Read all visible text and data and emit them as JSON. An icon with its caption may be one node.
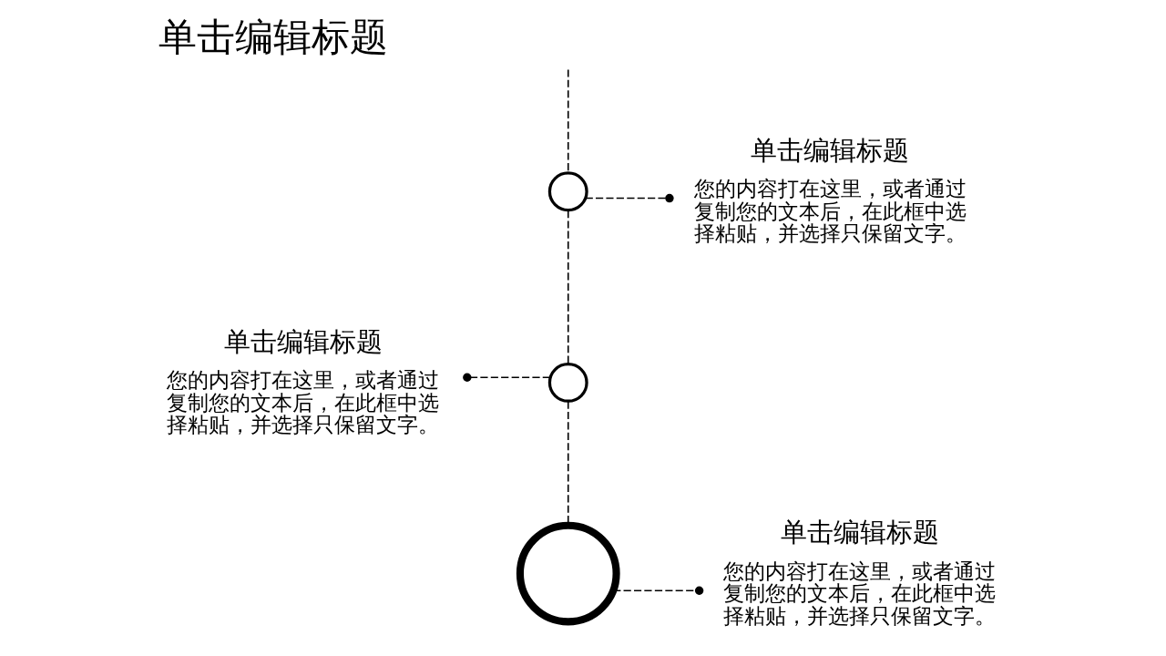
{
  "diagram": {
    "title": "单击编辑标题",
    "nodes": [
      {
        "text": [],
        "shape": "circle"
      },
      {
        "text": [
          "单击编辑标题",
          "您的内容打在这里，或者通过复制您的文本后，在此框中选择粘贴，并选择只保留文字。"
        ]
      },
      {
        "text": [],
        "shape": "circle"
      },
      {
        "text": [
          "单击编辑标题",
          "您的内容打在这里，或者通过复制您的文本后，在此框中选择粘贴，并选择只保留文字。"
        ]
      },
      {
        "text": [],
        "shape": "circle"
      },
      {
        "text": [
          "单击编辑标题",
          "您的内容打在这里，或者通过复制您的文本后，在此框中选择粘贴，并选择只保留文字。"
        ]
      }
    ],
    "edges": [
      {
        "from": null,
        "to": 0,
        "arrow": "none",
        "style": "dashed"
      },
      {
        "from": 0,
        "to": 2,
        "arrow": "none",
        "style": "dashed"
      },
      {
        "from": 2,
        "to": 4,
        "arrow": "none",
        "style": "dashed"
      },
      {
        "from": 0,
        "to": 1,
        "arrow": "other",
        "style": "dashed"
      },
      {
        "from": 2,
        "to": 3,
        "arrow": "other",
        "style": "dashed"
      },
      {
        "from": 4,
        "to": 5,
        "arrow": "other",
        "style": "dashed"
      }
    ]
  }
}
